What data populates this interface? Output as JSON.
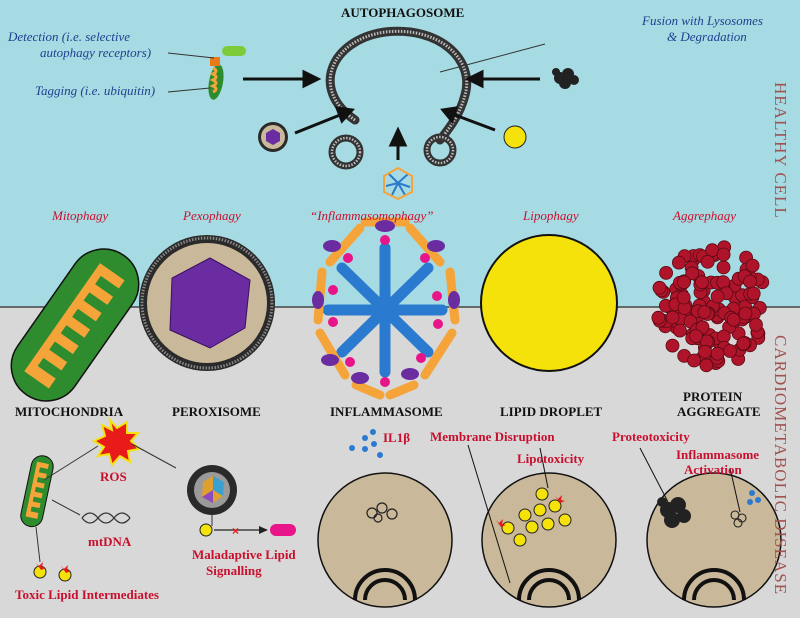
{
  "colors": {
    "healthy_bg": "#a7dbe3",
    "disease_bg": "#d8d8d8",
    "red_label": "#c8102e",
    "blue_label": "#1f3f8f",
    "side_label": "#a0524f",
    "mito_green": "#2e8b2e",
    "mito_orange": "#f5a43a",
    "perox_purple": "#6a2ca0",
    "lipid_yellow": "#f4e20a",
    "aggregate_red": "#b0142a"
  },
  "top": {
    "autophagosome": "AUTOPHAGOSOME",
    "detection": "Detection (i.e. selective",
    "detection_2": "autophagy receptors)",
    "tagging": "Tagging (i.e. ubiquitin)",
    "fusion": "Fusion with Lysosomes",
    "fusion_2": "& Degradation"
  },
  "sides": {
    "healthy": "HEALTHY CELL",
    "disease": "CARDIOMETABOLIC DISEASE"
  },
  "types": {
    "mitophagy": "Mitophagy",
    "pexophagy": "Pexophagy",
    "inflammasomophagy": "“Inflammasomophagy”",
    "lipophagy": "Lipophagy",
    "aggrephagy": "Aggrephagy"
  },
  "organelles": {
    "mitochondria": "MITOCHONDRIA",
    "peroxisome": "PEROXISOME",
    "inflammasome": "INFLAMMASOME",
    "lipid_droplet": "LIPID DROPLET",
    "protein": "PROTEIN",
    "aggregate": "AGGREGATE"
  },
  "effects": {
    "ros": "ROS",
    "mtdna": "mtDNA",
    "toxic_lipid": "Toxic Lipid Intermediates",
    "maladaptive": "Maladaptive Lipid",
    "signalling": "Signalling",
    "il1b": "IL1β",
    "membrane": "Membrane Disruption",
    "lipotoxicity": "Lipotoxicity",
    "proteotoxicity": "Proteotoxicity",
    "inflammasome_act": "Inflammasome",
    "activation": "Activation"
  }
}
